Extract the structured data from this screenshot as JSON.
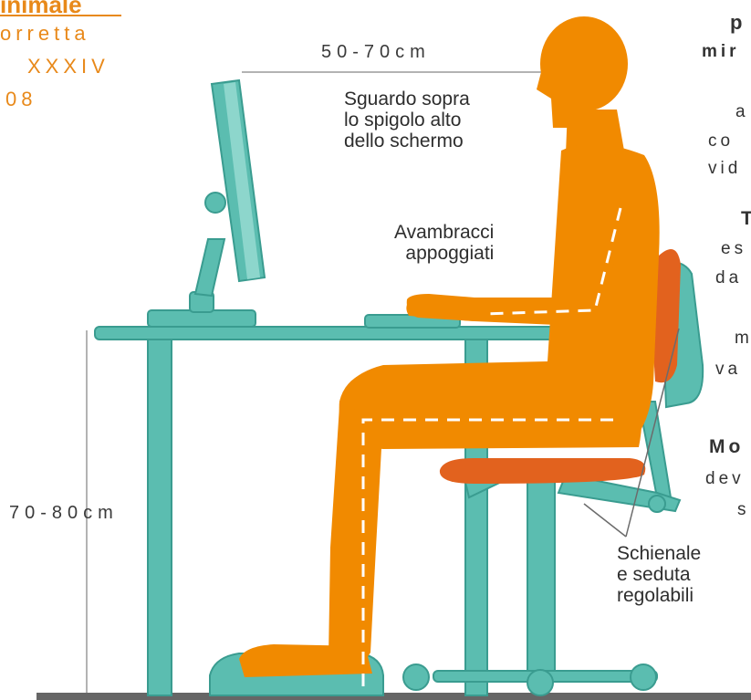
{
  "top_left": {
    "title_fragment": "inimale",
    "line1": "orretta",
    "line2": "XXXIV",
    "line3": "08"
  },
  "dimensions": {
    "distance": "50-70cm",
    "height": "70-80cm"
  },
  "labels": {
    "gaze_1": "Sguardo sopra",
    "gaze_2": "lo spigolo alto",
    "gaze_3": "dello schermo",
    "forearms_1": "Avambracci",
    "forearms_2": "appoggiati",
    "chair_1": "Schienale",
    "chair_2": "e seduta",
    "chair_3": "regolabili"
  },
  "right_edge": {
    "r1": "p",
    "r2": "mir",
    "r3": "a",
    "r4": "co",
    "r5": "vid",
    "r6": "T",
    "r7": "es",
    "r8": "da",
    "r9": "m",
    "r10": "va",
    "r11": "Mo",
    "r12": "dev",
    "r13": "s"
  },
  "colors": {
    "figure": "#f18a00",
    "furniture": "#5bbdb0",
    "furniture_dark": "#3a9c90",
    "accent": "#e8891a",
    "cushion": "#e2621e"
  }
}
